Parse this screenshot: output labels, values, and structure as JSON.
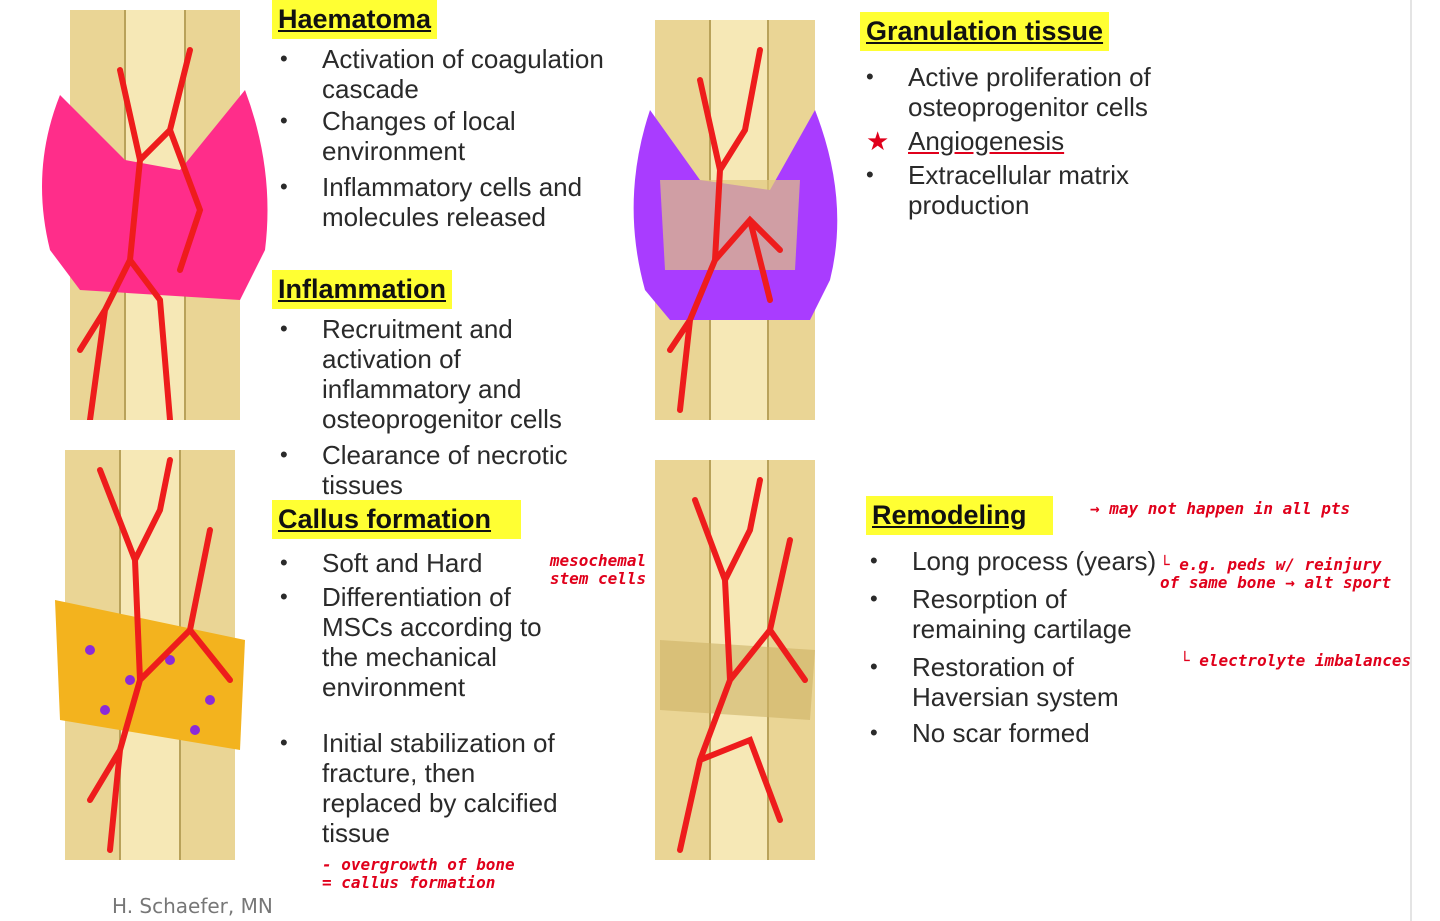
{
  "colors": {
    "highlight": "#ffff33",
    "annotation": "#e0001b",
    "bone": "#ebd79a",
    "haematoma": "#ff2d8a",
    "granulation": "#b43cff",
    "callus": "#f3b31e"
  },
  "haematoma": {
    "heading": "Haematoma",
    "bullets": [
      {
        "text": "Activation of coagulation cascade"
      },
      {
        "text": "Changes of local environment"
      },
      {
        "text": "Inflammatory cells and molecules released"
      }
    ]
  },
  "inflammation": {
    "heading": "Inflammation",
    "bullets": [
      {
        "text": "Recruitment and activation of inflammatory and osteoprogenitor cells"
      },
      {
        "text": "Clearance of necrotic tissues"
      }
    ]
  },
  "granulation": {
    "heading": "Granulation tissue",
    "bullets": [
      {
        "text": "Active proliferation of osteoprogenitor cells"
      },
      {
        "text": "Angiogenesis"
      },
      {
        "text": "Extracellular matrix production"
      }
    ]
  },
  "callus": {
    "heading": "Callus formation",
    "bullets": [
      {
        "text": "Soft and Hard"
      },
      {
        "text": "Differentiation of MSCs according to the mechanical environment"
      },
      {
        "text": "Initial stabilization of fracture, then replaced by calcified tissue"
      }
    ]
  },
  "remodeling": {
    "heading": "Remodeling",
    "bullets": [
      {
        "text": "Long process (years)"
      },
      {
        "text": "Resorption of remaining cartilage"
      },
      {
        "text": "Restoration of Haversian system"
      },
      {
        "text": "No scar formed"
      }
    ]
  },
  "notes": {
    "mesenchymal": "mesochemal stem cells",
    "overgrowth_1": "- overgrowth of bone",
    "overgrowth_2": "= callus formation",
    "remodel_1": "→ may not happen in all pts",
    "remodel_2": "└ e.g. peds w/ reinjury of same bone → alt sport",
    "remodel_3": "└ electrolyte imbalances"
  },
  "credit": "H. Schaefer, MN"
}
